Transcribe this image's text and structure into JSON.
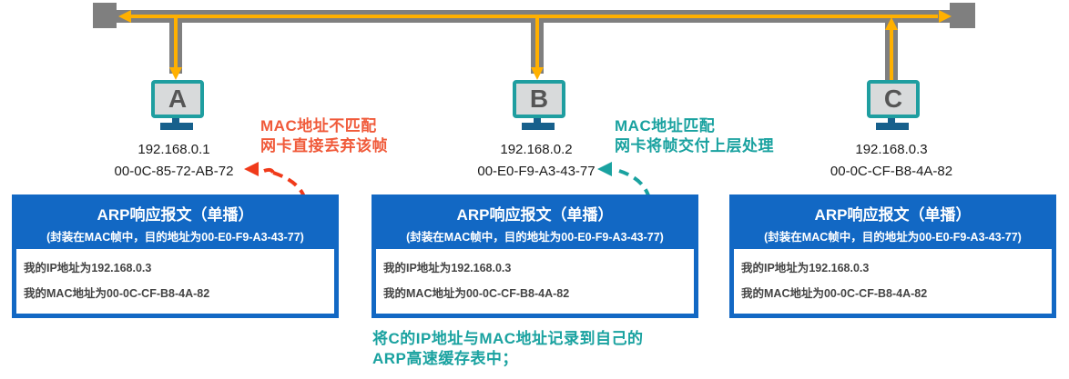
{
  "diagram": {
    "type": "ARP unicast reply on shared bus",
    "colors": {
      "bus_gray": "#7f7f7f",
      "signal_orange": "#ffb000",
      "monitor_teal": "#1f9ea0",
      "monitor_base": "#17608c",
      "packet_blue": "#1268c4",
      "mismatch_red": "#f05a3a",
      "match_teal": "#1aa2a0"
    },
    "hosts": [
      {
        "letter": "A",
        "ip": "192.168.0.1",
        "mac": "00-0C-85-72-AB-72",
        "signal": "down"
      },
      {
        "letter": "B",
        "ip": "192.168.0.2",
        "mac": "00-E0-F9-A3-43-77",
        "signal": "down"
      },
      {
        "letter": "C",
        "ip": "192.168.0.3",
        "mac": "00-0C-CF-B8-4A-82",
        "signal": "up"
      }
    ],
    "notes": {
      "a_line1": "MAC地址不匹配",
      "a_line2": "网卡直接丢弃该帧",
      "b_line1": "MAC地址匹配",
      "b_line2": "网卡将帧交付上层处理",
      "bottom_line1": "将C的IP地址与MAC地址记录到自己的",
      "bottom_line2": "ARP高速缓存表中；"
    },
    "packets": [
      {
        "title": "ARP响应报文（单播）",
        "subtitle_prefix": "(封装在MAC帧中，目的地址为",
        "subtitle_mac": "00-E0-F9-A3-43-77",
        "subtitle_suffix": ")",
        "ip_label": "我的IP地址为",
        "ip_value": "192.168.0.3",
        "mac_label": "我的MAC地址为",
        "mac_value": "00-0C-CF-B8-4A-82"
      },
      {
        "title": "ARP响应报文（单播）",
        "subtitle_prefix": "(封装在MAC帧中，目的地址为",
        "subtitle_mac": "00-E0-F9-A3-43-77",
        "subtitle_suffix": ")",
        "ip_label": "我的IP地址为",
        "ip_value": "192.168.0.3",
        "mac_label": "我的MAC地址为",
        "mac_value": "00-0C-CF-B8-4A-82"
      },
      {
        "title": "ARP响应报文（单播）",
        "subtitle_prefix": "(封装在MAC帧中，目的地址为",
        "subtitle_mac": "00-E0-F9-A3-43-77",
        "subtitle_suffix": ")",
        "ip_label": "我的IP地址为",
        "ip_value": "192.168.0.3",
        "mac_label": "我的MAC地址为",
        "mac_value": "00-0C-CF-B8-4A-82"
      }
    ]
  }
}
